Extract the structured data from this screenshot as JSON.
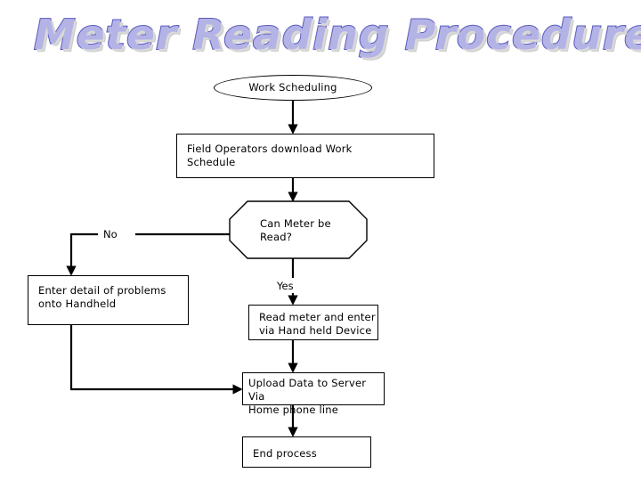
{
  "page": {
    "title": "Meter Reading Procedure",
    "title_fill_color": "#b3b3e6",
    "title_outline_color": "#5b5bbf",
    "title_shadow_color": "#d9d9d9",
    "background_color": "#ffffff",
    "line_color": "#000000"
  },
  "flowchart": {
    "type": "flowchart",
    "orientation": "top-to-bottom",
    "nodes": [
      {
        "id": "start",
        "shape": "ellipse",
        "label": "Work Scheduling"
      },
      {
        "id": "download",
        "shape": "rectangle",
        "label_line1": "Field Operators download Work",
        "label_line2": "Schedule"
      },
      {
        "id": "decision",
        "shape": "octagon",
        "label_line1": "Can Meter be",
        "label_line2": "Read?"
      },
      {
        "id": "problems",
        "shape": "rectangle",
        "label_line1": "Enter detail of problems",
        "label_line2": "onto Handheld"
      },
      {
        "id": "read",
        "shape": "rectangle",
        "label_line1": "Read meter and enter",
        "label_line2": "via Hand held Device"
      },
      {
        "id": "upload",
        "shape": "rectangle",
        "label_line1": "Upload Data to Server Via",
        "label_line2": "Home phone line"
      },
      {
        "id": "end",
        "shape": "rectangle",
        "label": "End process"
      }
    ],
    "edge_labels": {
      "no": "No",
      "yes": "Yes"
    }
  }
}
